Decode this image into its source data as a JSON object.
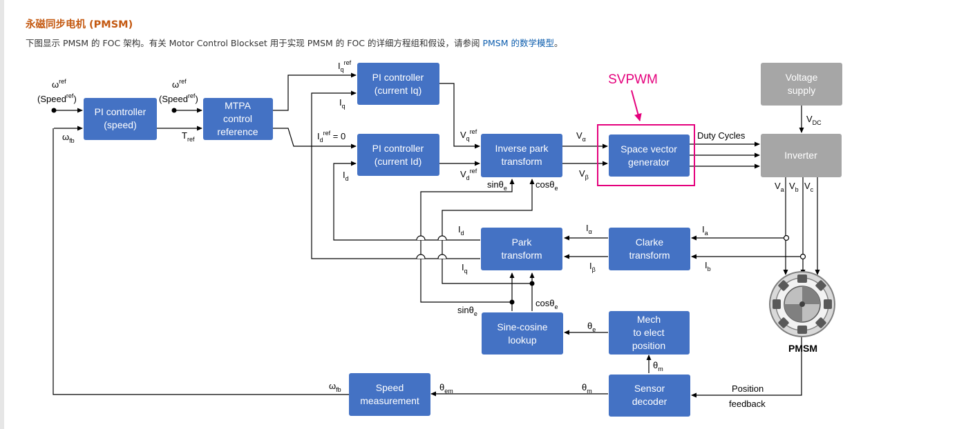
{
  "section": {
    "heading": "永磁同步电机 (PMSM)",
    "intro_prefix": "下图显示 PMSM 的 FOC 架构。有关 Motor Control Blockset 用于实现 PMSM 的 FOC 的详细方程组和假设，请参阅 ",
    "intro_link": "PMSM 的数学模型",
    "intro_suffix": "。"
  },
  "diagram": {
    "blocks": {
      "pi_speed": [
        "PI controller",
        "(speed)"
      ],
      "mtpa": [
        "MTPA",
        "control",
        "reference"
      ],
      "pi_iq": [
        "PI controller",
        "(current Iq)"
      ],
      "pi_id": [
        "PI controller",
        "(current Id)"
      ],
      "inv_park": [
        "Inverse park",
        "transform"
      ],
      "svg": [
        "Space vector",
        "generator"
      ],
      "voltage": [
        "Voltage",
        "supply"
      ],
      "inverter": [
        "Inverter"
      ],
      "park": [
        "Park",
        "transform"
      ],
      "clarke": [
        "Clarke",
        "transform"
      ],
      "sincos": [
        "Sine-cosine",
        "lookup"
      ],
      "mech": [
        "Mech",
        "to elect",
        "position"
      ],
      "sensor": [
        "Sensor",
        "decoder"
      ],
      "speed_meas": [
        "Speed",
        "measurement"
      ]
    },
    "annotation": "SVPWM",
    "motor_label": "PMSM",
    "labels": {
      "omega": "ω",
      "ref": "ref",
      "speed_open": "(Speed",
      "speed_close": ")",
      "omega_fb_sub": "fb",
      "T": "T",
      "T_sub": "ref",
      "I": "I",
      "q": "q",
      "d": "d",
      "id_ref_eq": " = 0",
      "V": "V",
      "alpha": "α",
      "beta": "β",
      "duty_cycles": "Duty Cycles",
      "dc": "DC",
      "a": "a",
      "b": "b",
      "c": "c",
      "sin": "sinθ",
      "cos": "cosθ",
      "e": "e",
      "theta": "θ",
      "m": "m",
      "em": "em",
      "position": "Position",
      "feedback": "feedback"
    }
  }
}
